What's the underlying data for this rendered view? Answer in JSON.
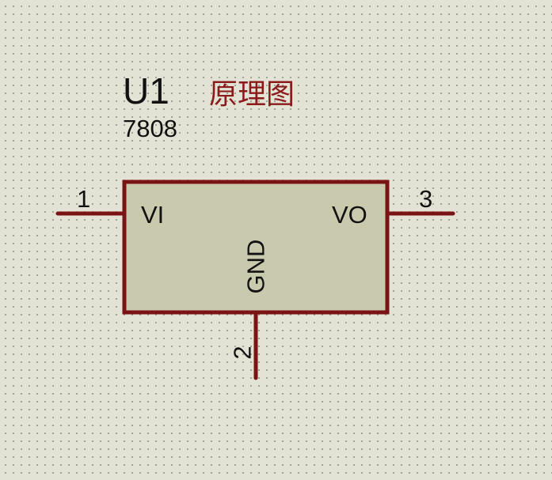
{
  "component": {
    "reference": "U1",
    "value": "7808",
    "note": "原理图",
    "pins": [
      {
        "number": "1",
        "name": "VI"
      },
      {
        "number": "2",
        "name": "GND"
      },
      {
        "number": "3",
        "name": "VO"
      }
    ]
  },
  "colors": {
    "background": "#e3e3d5",
    "body_fill": "#c9c9ae",
    "wire": "#7a1414",
    "note_text": "#8b1a1a"
  }
}
